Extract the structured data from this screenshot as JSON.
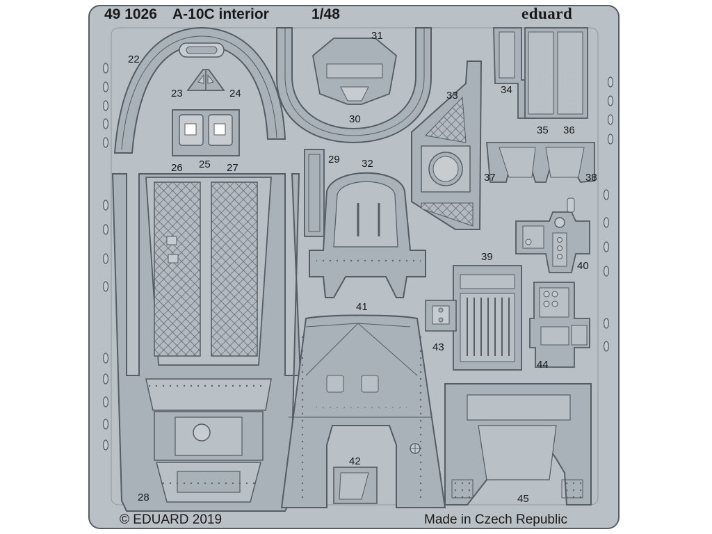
{
  "header": {
    "catalog_number": "49 1026",
    "kit_name": "A-10C interior",
    "scale": "1/48",
    "brand": "eduard"
  },
  "footer": {
    "copyright": "© EDUARD 2019",
    "origin": "Made in Czech Republic"
  },
  "parts": [
    {
      "id": "22",
      "label": "22"
    },
    {
      "id": "23",
      "label": "23"
    },
    {
      "id": "24",
      "label": "24"
    },
    {
      "id": "25",
      "label": "25"
    },
    {
      "id": "26",
      "label": "26"
    },
    {
      "id": "27",
      "label": "27"
    },
    {
      "id": "28",
      "label": "28"
    },
    {
      "id": "29",
      "label": "29"
    },
    {
      "id": "30",
      "label": "30"
    },
    {
      "id": "31",
      "label": "31"
    },
    {
      "id": "32",
      "label": "32"
    },
    {
      "id": "33",
      "label": "33"
    },
    {
      "id": "34",
      "label": "34"
    },
    {
      "id": "35",
      "label": "35"
    },
    {
      "id": "36",
      "label": "36"
    },
    {
      "id": "37",
      "label": "37"
    },
    {
      "id": "38",
      "label": "38"
    },
    {
      "id": "39",
      "label": "39"
    },
    {
      "id": "40",
      "label": "40"
    },
    {
      "id": "41",
      "label": "41"
    },
    {
      "id": "42",
      "label": "42"
    },
    {
      "id": "43",
      "label": "43"
    },
    {
      "id": "44",
      "label": "44"
    },
    {
      "id": "45",
      "label": "45"
    }
  ],
  "colors": {
    "fret": "#b9c0c6",
    "part": "#a9b1b9",
    "edge": "#555c63",
    "rivet": "#5c636a",
    "background": "#ffffff"
  }
}
